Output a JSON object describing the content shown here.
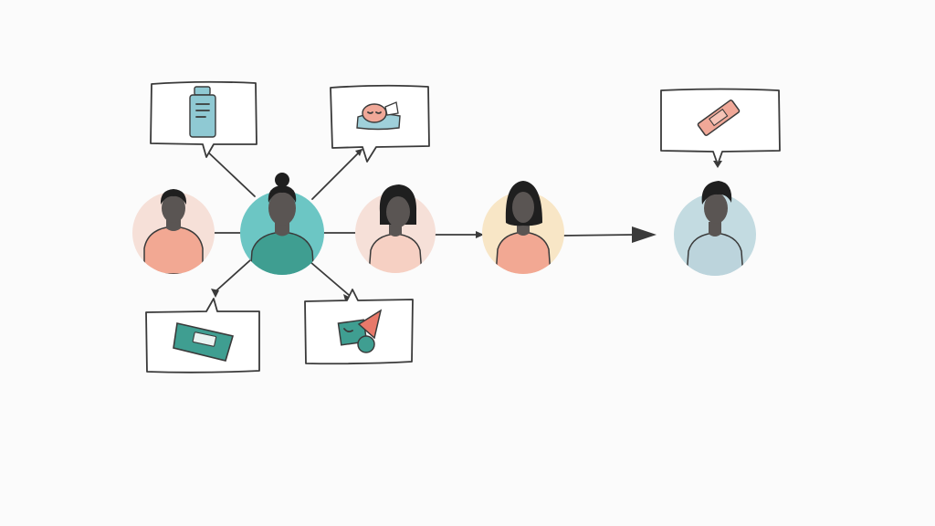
{
  "colors": {
    "ink": "#3a3a3a",
    "skin": "#5a5553",
    "hair": "#1f1f1f",
    "peach_bg": "#f6e0d8",
    "peach_body": "#f2a893",
    "teal_bg": "#6cc6c4",
    "teal_body": "#3f9e91",
    "cream_bg": "#f8e6c6",
    "blue_bg": "#c3dbe1",
    "blue_body": "#bcd4dc"
  },
  "people": [
    {
      "id": "person-1",
      "role": "participant"
    },
    {
      "id": "person-2",
      "role": "central-distributor"
    },
    {
      "id": "person-3",
      "role": "participant"
    },
    {
      "id": "person-4",
      "role": "participant"
    },
    {
      "id": "person-5",
      "role": "recipient"
    }
  ],
  "bubbles": [
    {
      "id": "bottle",
      "icon": "bottle-icon"
    },
    {
      "id": "sleeping-baby",
      "icon": "sleeping-baby-icon"
    },
    {
      "id": "voucher",
      "icon": "voucher-icon"
    },
    {
      "id": "gift-tag",
      "icon": "gift-tag-icon"
    },
    {
      "id": "bandage",
      "icon": "bandage-icon"
    }
  ]
}
